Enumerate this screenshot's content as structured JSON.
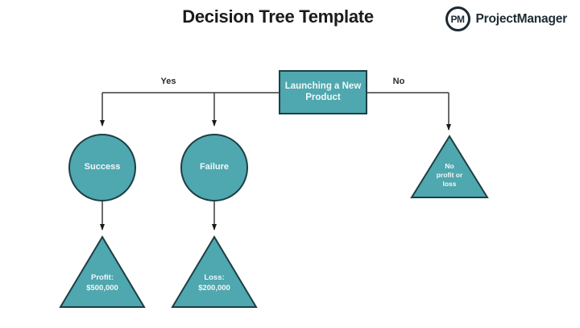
{
  "title": "Decision Tree Template",
  "logo": {
    "monogram": "PM",
    "name": "ProjectManager"
  },
  "colors": {
    "shape_fill": "#4FA7AF",
    "shape_border": "#1C3F44",
    "connector": "#3A3A3A",
    "label_dark": "#222222",
    "label_light": "#FFFFFF",
    "background": "#FFFFFF"
  },
  "tree": {
    "root_label": "Launching a New Product",
    "branch_yes": "Yes",
    "branch_no": "No",
    "chance_nodes": [
      {
        "label": "Success"
      },
      {
        "label": "Failure"
      }
    ],
    "outcomes": [
      {
        "label": "Profit:\n$500,000"
      },
      {
        "label": "Loss:\n$200,000"
      },
      {
        "label": "No\nprofit or\nloss"
      }
    ]
  }
}
